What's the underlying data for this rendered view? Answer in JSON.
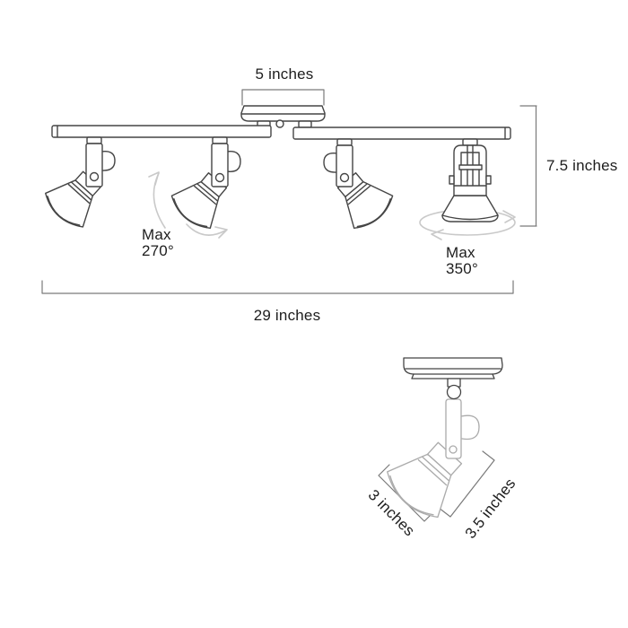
{
  "diagram": {
    "kind": "product-dimension-diagram",
    "subject": "4-head adjustable track lighting fixture with detail view of single spotlight head"
  },
  "labels": {
    "canopy_width": "5 inches",
    "fixture_height": "7.5 inches",
    "track_length": "29 inches",
    "head_width": "3 inches",
    "head_depth": "3.5 inches",
    "rotation_tilt": {
      "line1": "Max",
      "line2": "270°"
    },
    "rotation_swivel": {
      "line1": "Max",
      "line2": "350°"
    }
  },
  "colors": {
    "background": "#ffffff",
    "fixture_line": "#454545",
    "detail_light_line": "#ababab",
    "dimension_line": "#7a7a7a",
    "arrow_line": "#c9c9c9",
    "text": "#1d1d1d"
  }
}
